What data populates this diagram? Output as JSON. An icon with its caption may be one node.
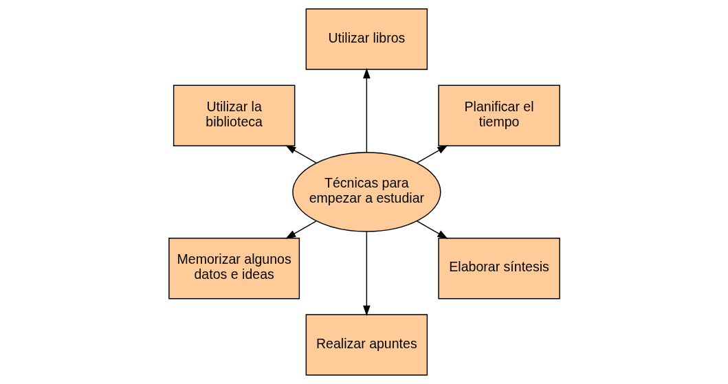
{
  "diagram": {
    "nodes": [
      {
        "text": [
          "Planificar el tiempo"
        ]
      },
      {
        "text": [
          "Utilizar libros"
        ]
      },
      {
        "text": [
          "Utilizar la biblioteca"
        ]
      },
      {
        "text": [
          "Técnicas para empezar a estudiar"
        ]
      },
      {
        "text": [
          "Memorizar algunos datos e ideas"
        ]
      },
      {
        "text": [
          "Realizar apuntes"
        ]
      },
      {
        "text": [
          "Elaborar síntesis"
        ]
      }
    ],
    "edges": [
      {
        "from": 3,
        "to": 0,
        "arrow": "to"
      },
      {
        "from": 3,
        "to": 1,
        "arrow": "to"
      },
      {
        "from": 3,
        "to": 2,
        "arrow": "to"
      },
      {
        "from": 3,
        "to": 4,
        "arrow": "to"
      },
      {
        "from": 3,
        "to": 5,
        "arrow": "to"
      },
      {
        "from": 3,
        "to": 6,
        "arrow": "to"
      }
    ]
  }
}
